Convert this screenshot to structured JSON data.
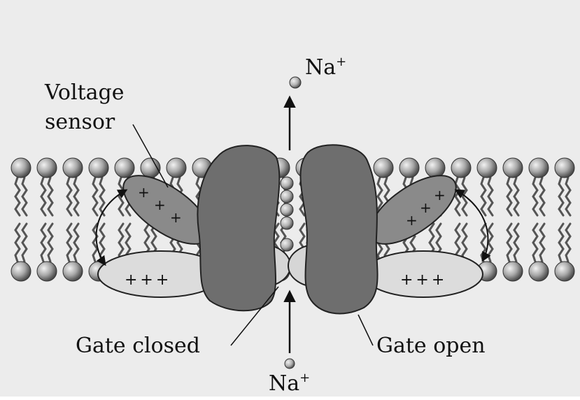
{
  "labels": {
    "voltage": "Voltage",
    "sensor": "sensor",
    "gate_closed": "Gate closed",
    "gate_open": "Gate open",
    "ion": "Na",
    "ion_charge": "+"
  },
  "charges": {
    "sensor_plus": "+",
    "loop_plus": "+++"
  },
  "colors": {
    "background": "#ececec",
    "protein": "#6e6e6e",
    "sensor": "#8a8a8a",
    "loop": "#dcdcdc",
    "lipid_head": "#9a9a9a"
  }
}
